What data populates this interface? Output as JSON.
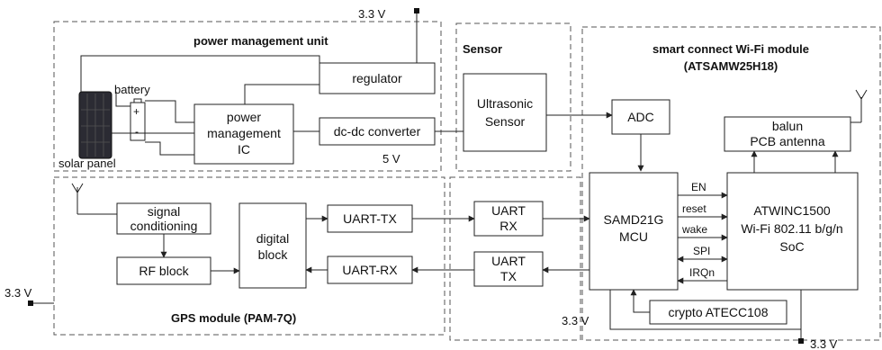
{
  "groups": {
    "power_unit": "power management unit",
    "sensor": "Sensor",
    "wifi_line1": "smart connect Wi-Fi module",
    "wifi_line2": "(ATSAMW25H18)",
    "gps": "GPS module (PAM-7Q)"
  },
  "blocks": {
    "regulator": "regulator",
    "pm_ic": [
      "power",
      "management",
      "IC"
    ],
    "dcdc": "dc-dc converter",
    "ultrasonic": [
      "Ultrasonic",
      "Sensor"
    ],
    "adc": "ADC",
    "balun": [
      "balun",
      "PCB antenna"
    ],
    "signal_cond": [
      "signal",
      "conditioning"
    ],
    "rf_block": "RF block",
    "digital_block": [
      "digital",
      "block"
    ],
    "uart_tx_gps": "UART-TX",
    "uart_rx_gps": "UART-RX",
    "uart_rx_mcu": [
      "UART",
      "RX"
    ],
    "uart_tx_mcu": [
      "UART",
      "TX"
    ],
    "mcu": [
      "SAMD21G",
      "MCU"
    ],
    "atwinc": [
      "ATWINC1500",
      "Wi-Fi 802.11 b/g/n",
      "SoC"
    ],
    "crypto": "crypto ATECC108"
  },
  "labels": {
    "battery": "battery",
    "solar_panel": "solar panel",
    "v_top": "3.3 V",
    "v_5": "5 V",
    "v_left": "3.3 V",
    "v_mcu": "3.3 V",
    "v_bottom": "3.3 V"
  },
  "signals": {
    "en": "EN",
    "reset": "reset",
    "wake": "wake",
    "spi": "SPI",
    "irq": "IRQn"
  }
}
